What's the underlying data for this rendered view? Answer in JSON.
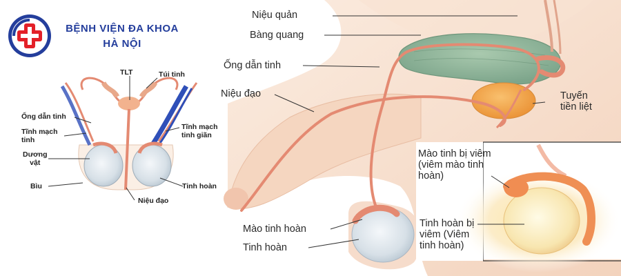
{
  "logo": {
    "line1": "BỆNH VIỆN ĐA KHOA",
    "line2": "HÀ NỘI",
    "colors": {
      "blue": "#243e9c",
      "red": "#e32028"
    }
  },
  "left_diagram": {
    "labels": {
      "tlt": "TLT",
      "tui_tinh": "Túi tinh",
      "ong_dan_tinh": "Ống dẫn tinh",
      "tinh_mach_tinh": "Tĩnh mạch\ntinh",
      "tinh_mach_tinh_gian": "Tĩnh mạch\ntinh giãn",
      "duong_vat": "Dương\nvật",
      "biu": "Bìu",
      "tinh_hoan": "Tinh hoàn",
      "nieu_dao": "Niệu đạo"
    }
  },
  "main_diagram": {
    "labels": {
      "nieu_quan": "Niệu quản",
      "bang_quang": "Bàng quang",
      "ong_dan_tinh": "Ống dẫn tinh",
      "nieu_dao": "Niệu đạo",
      "tuyen_tien_liet": "Tuyến\ntiền liệt",
      "mao_tinh_hoan": "Mào tinh hoàn",
      "tinh_hoan": "Tinh hoàn"
    }
  },
  "inset_diagram": {
    "labels": {
      "mao_tinh_bi_viem": "Mào tinh bị viêm\n(viêm mào tinh\nhoàn)",
      "tinh_hoan_bi_viem": "Tinh hoàn bị\nviêm (Viêm\ntinh hoàn)"
    }
  },
  "colors": {
    "skin": "#f8e2d2",
    "skin_dark": "#f1c9b2",
    "tube": "#e48a72",
    "bladder": "#8fb59b",
    "prostate": "#f2a24a",
    "testis": "#d9e3ea",
    "vein": "#2f4fb8",
    "inflamed": "#f6b15d"
  }
}
